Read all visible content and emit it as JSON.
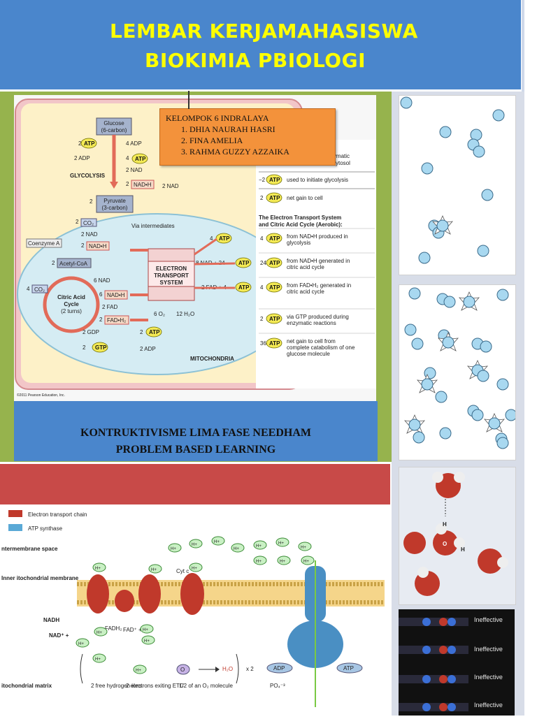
{
  "header": {
    "title_line1": "LEMBAR KERJAMAHASISWA",
    "title_line2": "BIOKIMIA PBIOLOGI"
  },
  "group": {
    "title": "KELOMPOK 6 INDRALAYA",
    "members": [
      "1.   DHIA NAURAH HASRI",
      "2.   FINA AMELIA",
      "3.   RAHMA GUZZY AZZAIKA"
    ]
  },
  "caption": {
    "line1": "KONTRUKTIVISME LIMA FASE NEEDHAM",
    "line2": "PROBLEM BASED LEARNING"
  },
  "respiration_diagram": {
    "glucose": "Glucose",
    "glucose_sub": "(6-carbon)",
    "glycolysis": "GLYCOLYSIS",
    "pyruvate": "Pyruvate",
    "pyruvate_sub": "(3-carbon)",
    "via": "Via intermediates",
    "coenzyme_a": "Coenzyme A",
    "acetyl_coa": "Acetyl-CoA",
    "citric_cycle": "Citric Acid",
    "citric_cycle2": "Cycle",
    "citric_cycle3": "(2 turns)",
    "ets1": "ELECTRON",
    "ets2": "TRANSPORT",
    "ets3": "SYSTEM",
    "mitochondria": "MITOCHONDRIA",
    "copyright": "©2011 Pearson Education, Inc.",
    "o2": "6 O₂",
    "h2o": "12 H₂O",
    "table_header_partial1": "enzymatic",
    "table_header_partial2": "ytosol",
    "row_minus2": "−2",
    "row_minus2_text": "used to initiate glycolysis",
    "row_net2": "2",
    "row_net2_text": "net gain to cell",
    "section_title": "The Electron Transport System and Citric Acid Cycle (Aerobic):",
    "rows": [
      {
        "n": "4",
        "text": "from NAD•H produced in glycolysis"
      },
      {
        "n": "24",
        "text": "from NAD•H generated in citric acid cycle"
      },
      {
        "n": "4",
        "text": "from FAD•H₂ generated in citric acid cycle"
      },
      {
        "n": "2",
        "text": "via GTP produced during enzymatic reactions"
      },
      {
        "n": "36",
        "text": "net gain to cell from complete catabolism of one glucose molecule"
      }
    ]
  },
  "etc_diagram": {
    "legend1": "Electron transport chain",
    "legend2": "ATP synthase",
    "intermembrane": "ntermembrane space",
    "inner_membrane": "Inner itochondrial membrane",
    "nadh": "NADH",
    "nad": "NAD⁺ +",
    "fadh2": "FADH₂",
    "fad": "FAD⁺ +",
    "cytc": "Cyt c",
    "matrix": "itochondrial matrix",
    "adp": "ADP",
    "atp": "ATP",
    "po4": "PO₄⁻³",
    "h2o": "H₂O",
    "x2": "x 2",
    "free_h": "2 free hydrogen ions",
    "electrons": "2 electrons exiting ETC",
    "half_o2": "1/2 of an O₂ molecule"
  },
  "right_column": {
    "ineffective": [
      "Ineffective",
      "Ineffective",
      "Ineffective",
      "Ineffective"
    ],
    "water_labels": [
      "H",
      "O",
      "H"
    ]
  }
}
